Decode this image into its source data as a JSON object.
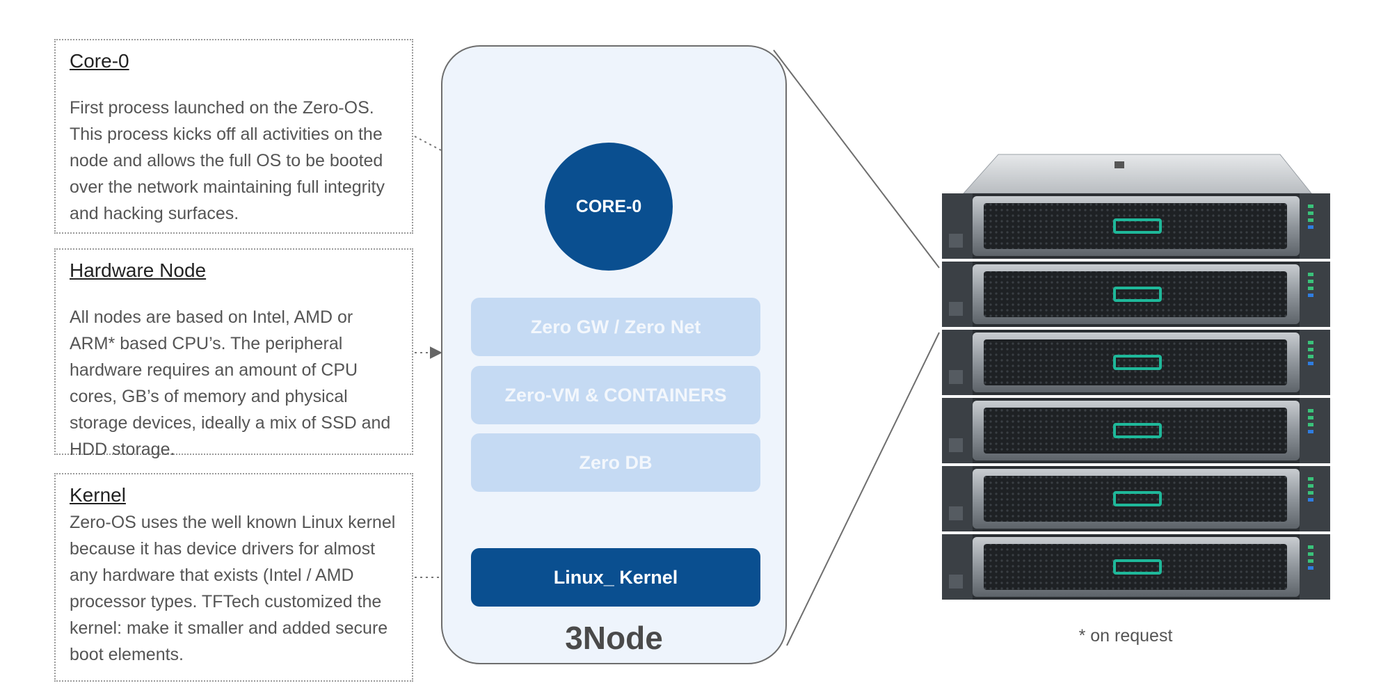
{
  "descriptions": {
    "core0": {
      "title": "Core-0",
      "text": "First process launched on the Zero-OS. This process kicks off all activities on the node and allows the full OS to be booted over the network maintaining full integrity and hacking surfaces."
    },
    "hardware_node": {
      "title": "Hardware Node",
      "text": "All nodes are based on Intel, AMD or ARM* based CPU’s. The peripheral hardware requires an amount of CPU cores, GB’s of memory and physical storage devices, ideally a mix of SSD and HDD storage."
    },
    "kernel": {
      "title": "Kernel",
      "text": "Zero-OS uses the well known Linux kernel because it has device drivers for almost any hardware that exists (Intel / AMD processor types. TFTech customized the kernel: make it smaller and added secure boot elements."
    }
  },
  "node": {
    "core_label": "CORE-0",
    "layers": [
      "Zero GW / Zero Net",
      "Zero-VM & CONTAINERS",
      "Zero DB"
    ],
    "kernel_label": "Linux_ Kernel",
    "title": "3Node"
  },
  "footnote": "* on request",
  "colors": {
    "primary_blue": "#0a4f90",
    "light_layer": "#c5daf3",
    "panel_bg": "#eef4fc",
    "server_accent": "#1fb89a"
  }
}
